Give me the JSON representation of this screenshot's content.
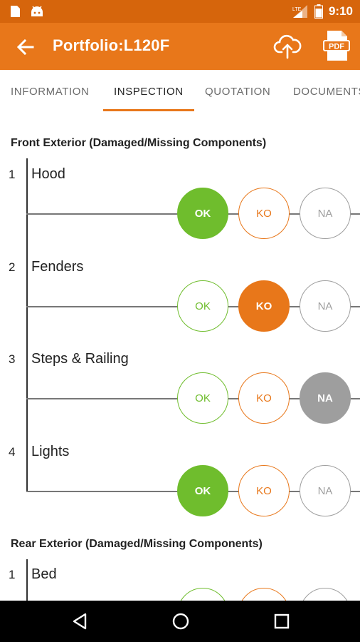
{
  "status": {
    "time": "9:10",
    "network": "LTE"
  },
  "appbar": {
    "title": "Portfolio:L120F",
    "pdf_label": "PDF"
  },
  "tabs": [
    {
      "label": "INFORMATION"
    },
    {
      "label": "INSPECTION"
    },
    {
      "label": "QUOTATION"
    },
    {
      "label": "DOCUMENTS"
    }
  ],
  "options": {
    "ok": "OK",
    "ko": "KO",
    "na": "NA"
  },
  "sections": [
    {
      "title": "Front Exterior (Damaged/Missing Components)",
      "items": [
        {
          "num": "1",
          "label": "Hood",
          "selected": "ok"
        },
        {
          "num": "2",
          "label": "Fenders",
          "selected": "ko"
        },
        {
          "num": "3",
          "label": "Steps & Railing",
          "selected": "na"
        },
        {
          "num": "4",
          "label": "Lights",
          "selected": "ok"
        }
      ]
    },
    {
      "title": "Rear Exterior  (Damaged/Missing Components)",
      "items": [
        {
          "num": "1",
          "label": "Bed",
          "selected": ""
        }
      ]
    }
  ],
  "colors": {
    "primary": "#e8771a",
    "status_bar": "#d6650c",
    "ok": "#6fbd2d",
    "na": "#9e9e9e"
  }
}
